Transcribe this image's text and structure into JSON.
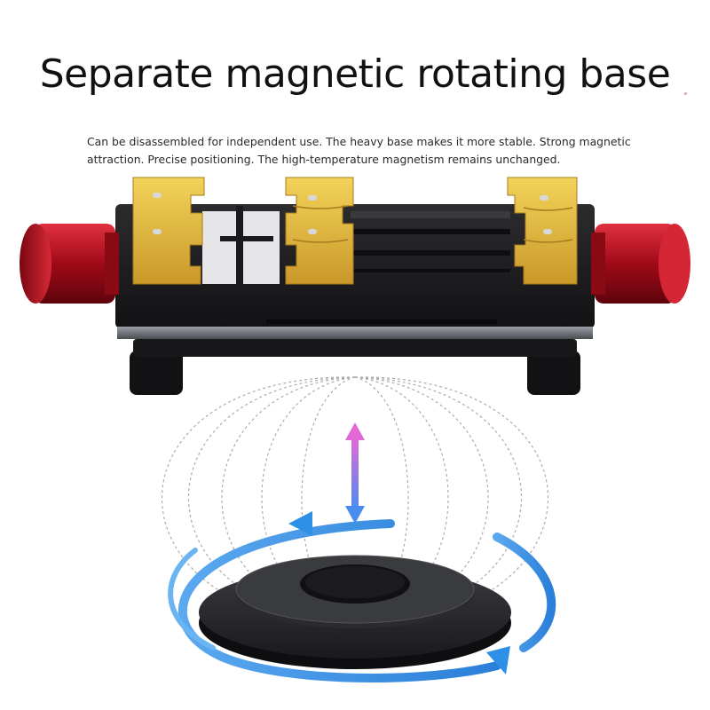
{
  "headline": "Separate magnetic rotating base",
  "description": {
    "line1": "Can be disassembled for independent use. The heavy base makes it more stable. Strong magnetic",
    "line2": "attraction. Precise positioning. The high-temperature magnetism remains unchanged."
  },
  "colors": {
    "background": "#ffffff",
    "clamp_gold": "#e5b93a",
    "knob_red": "#b8101e",
    "base_black": "#1c1c1e",
    "arrow_blue": "#2e8fe6",
    "arrow_pink": "#e06ad0"
  },
  "icons": {
    "rotation": "circular-rotation-arrow-icon",
    "magnet": "vertical-double-arrow-icon"
  }
}
